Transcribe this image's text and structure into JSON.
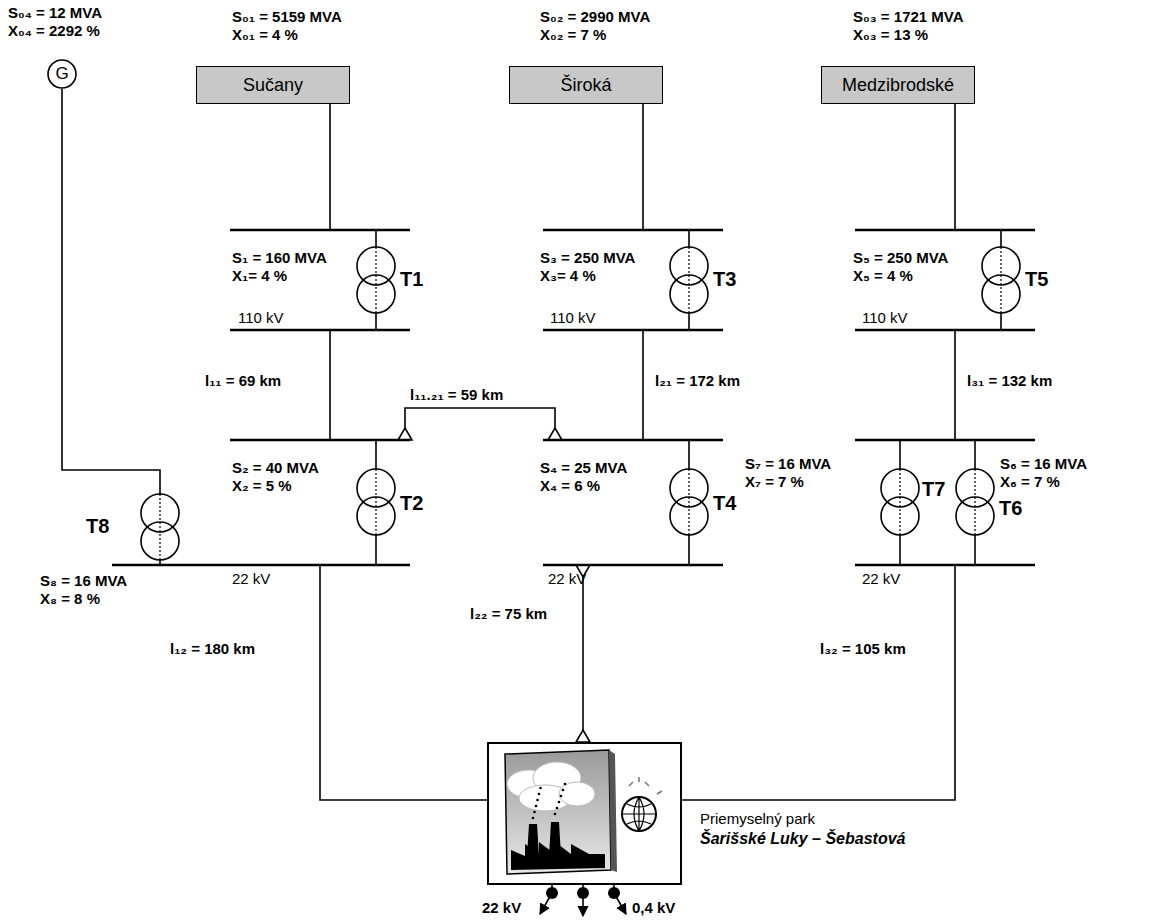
{
  "diagram": {
    "nodes": [
      {
        "text": [
          "G"
        ]
      },
      {
        "text": [
          "Sučany"
        ]
      },
      {
        "text": [
          "Široká"
        ]
      },
      {
        "text": [
          "Medzibrodské"
        ]
      },
      {
        "text": [
          "Priemyselný park",
          "Šarišské Luky – Šebastová"
        ]
      }
    ],
    "labels": [
      "S₀₄ = 12 MVA",
      "X₀₄ = 2292 %",
      "S₀₁ = 5159 MVA",
      "X₀₁ = 4 %",
      "S₀₂ = 2990 MVA",
      "X₀₂ = 7 %",
      "S₀₃ = 1721 MVA",
      "X₀₃ = 13 %",
      "S₁ = 160 MVA",
      "X₁= 4 %",
      "T1",
      "110 kV",
      "S₃ = 250 MVA",
      "X₃= 4 %",
      "T3",
      "110 kV",
      "S₅ = 250 MVA",
      "X₅ = 4 %",
      "T5",
      "110 kV",
      "l₁₁ = 69 km",
      "l₁₁.₂₁ = 59 km",
      "l₂₁ = 172 km",
      "l₃₁ = 132 km",
      "T8",
      "S₂ = 40 MVA",
      "X₂ = 5 %",
      "T2",
      "S₄ = 25 MVA",
      "X₄ = 6 %",
      "T4",
      "S₇ = 16 MVA",
      "X₇ = 7 %",
      "T7",
      "S₆ = 16 MVA",
      "X₆ = 7 %",
      "T6",
      "S₈ = 16 MVA",
      "X₈ = 8 %",
      "22 kV",
      "22 kV",
      "22 kV",
      "l₁₂ = 180 km",
      "l₂₂ = 75 km",
      "l₃₂ = 105 km",
      "22 kV",
      "0,4 kV"
    ]
  }
}
